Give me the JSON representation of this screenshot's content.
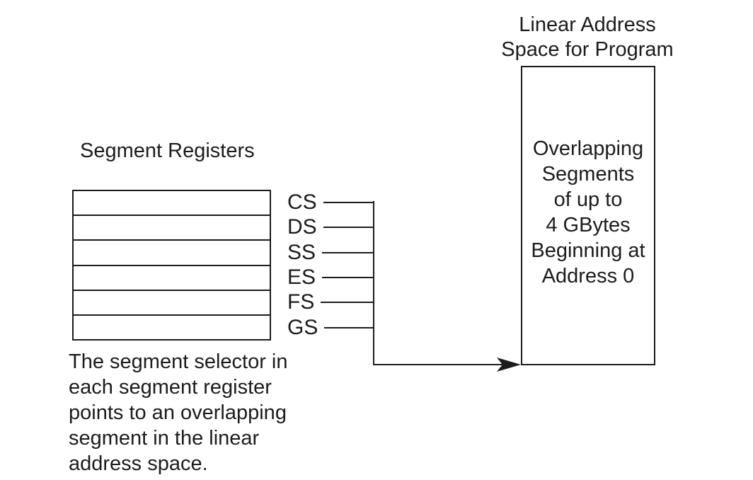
{
  "diagram": {
    "colors": {
      "ink": "#1c1c1c",
      "background": "#ffffff"
    },
    "linear_space": {
      "title_lines": [
        "Linear Address",
        "Space for Program"
      ],
      "box_lines": [
        "Overlapping",
        "Segments",
        "of up to",
        "4 GBytes",
        "Beginning at",
        "Address 0"
      ]
    },
    "segment_registers": {
      "title": "Segment Registers",
      "registers": [
        "CS",
        "DS",
        "SS",
        "ES",
        "FS",
        "GS"
      ]
    },
    "caption_lines": [
      "The segment selector in",
      "each segment register",
      "points to an overlapping",
      "segment in the linear",
      "address space."
    ]
  }
}
